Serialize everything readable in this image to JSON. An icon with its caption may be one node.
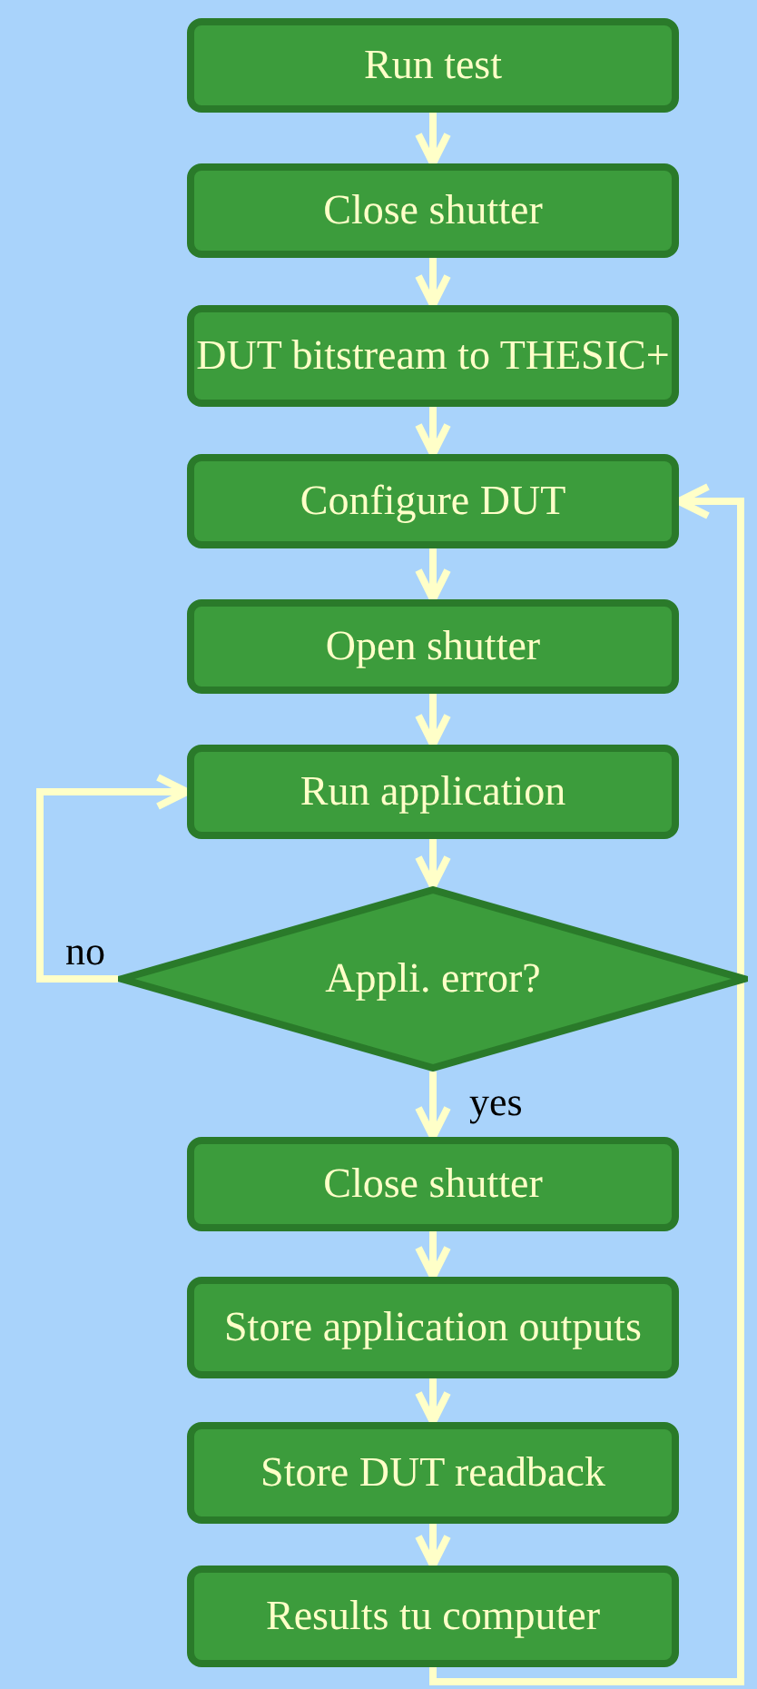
{
  "diagram": {
    "nodes": [
      {
        "text": [
          "Run test"
        ]
      },
      {
        "text": [
          "Close shutter"
        ]
      },
      {
        "text": [
          "DUT bitstream to THESIC+"
        ]
      },
      {
        "text": [
          "Configure DUT"
        ]
      },
      {
        "text": [
          "Open shutter"
        ]
      },
      {
        "text": [
          "Run application"
        ]
      },
      {
        "text": [
          "Appli. error?"
        ]
      },
      {
        "text": [
          "Close shutter"
        ]
      },
      {
        "text": [
          "Store application outputs"
        ]
      },
      {
        "text": [
          "Store DUT readback"
        ]
      },
      {
        "text": [
          "Results tu computer"
        ]
      }
    ],
    "edges": [
      {
        "from": 0,
        "to": 1,
        "arrow": "to"
      },
      {
        "from": 1,
        "to": 2,
        "arrow": "to"
      },
      {
        "from": 2,
        "to": 3,
        "arrow": "to"
      },
      {
        "from": 3,
        "to": 4,
        "arrow": "to"
      },
      {
        "from": 4,
        "to": 5,
        "arrow": "to"
      },
      {
        "from": 5,
        "to": 6,
        "arrow": "to"
      },
      {
        "from": 6,
        "to": 5,
        "arrow": "to",
        "label": "no"
      },
      {
        "from": 6,
        "to": 7,
        "arrow": "to",
        "label": "yes"
      },
      {
        "from": 7,
        "to": 8,
        "arrow": "to"
      },
      {
        "from": 8,
        "to": 9,
        "arrow": "to"
      },
      {
        "from": 9,
        "to": 10,
        "arrow": "to"
      },
      {
        "from": 10,
        "to": 3,
        "arrow": "to"
      }
    ]
  }
}
